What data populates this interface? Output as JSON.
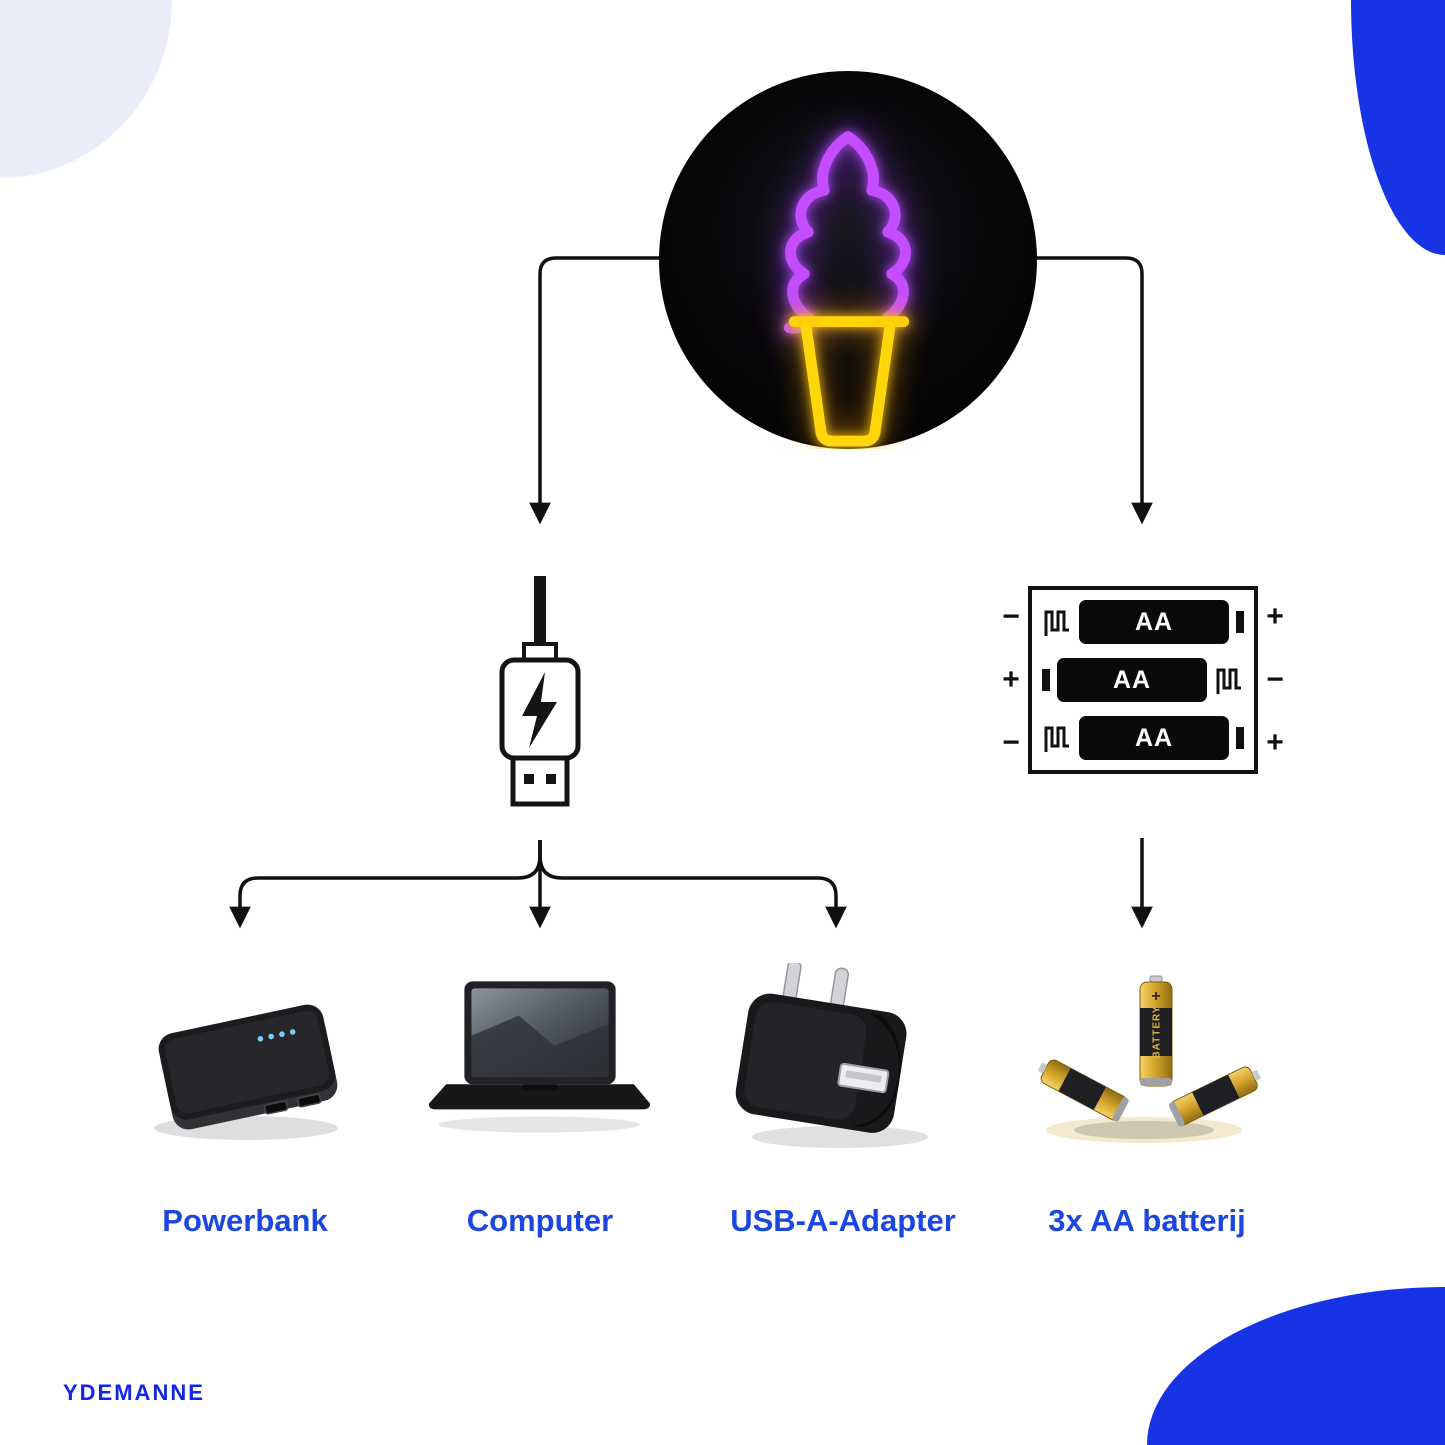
{
  "brand": "YDEMANNE",
  "colors": {
    "corner_blue": "#1733e4",
    "label_blue": "#1c46e0",
    "neon_purple": "#c44dff",
    "neon_yellow": "#ffd60a",
    "line_black": "#111111"
  },
  "battery_box": {
    "rows": [
      {
        "label": "AA",
        "left_sign": "−",
        "right_sign": "+"
      },
      {
        "label": "AA",
        "left_sign": "+",
        "right_sign": "−"
      },
      {
        "label": "AA",
        "left_sign": "−",
        "right_sign": "+"
      }
    ]
  },
  "battery_photo": {
    "plus": "+",
    "brand_text": "BATTERY"
  },
  "options": [
    {
      "label": "Powerbank"
    },
    {
      "label": "Computer"
    },
    {
      "label": "USB-A-Adapter"
    },
    {
      "label": "3x AA batterij"
    }
  ]
}
